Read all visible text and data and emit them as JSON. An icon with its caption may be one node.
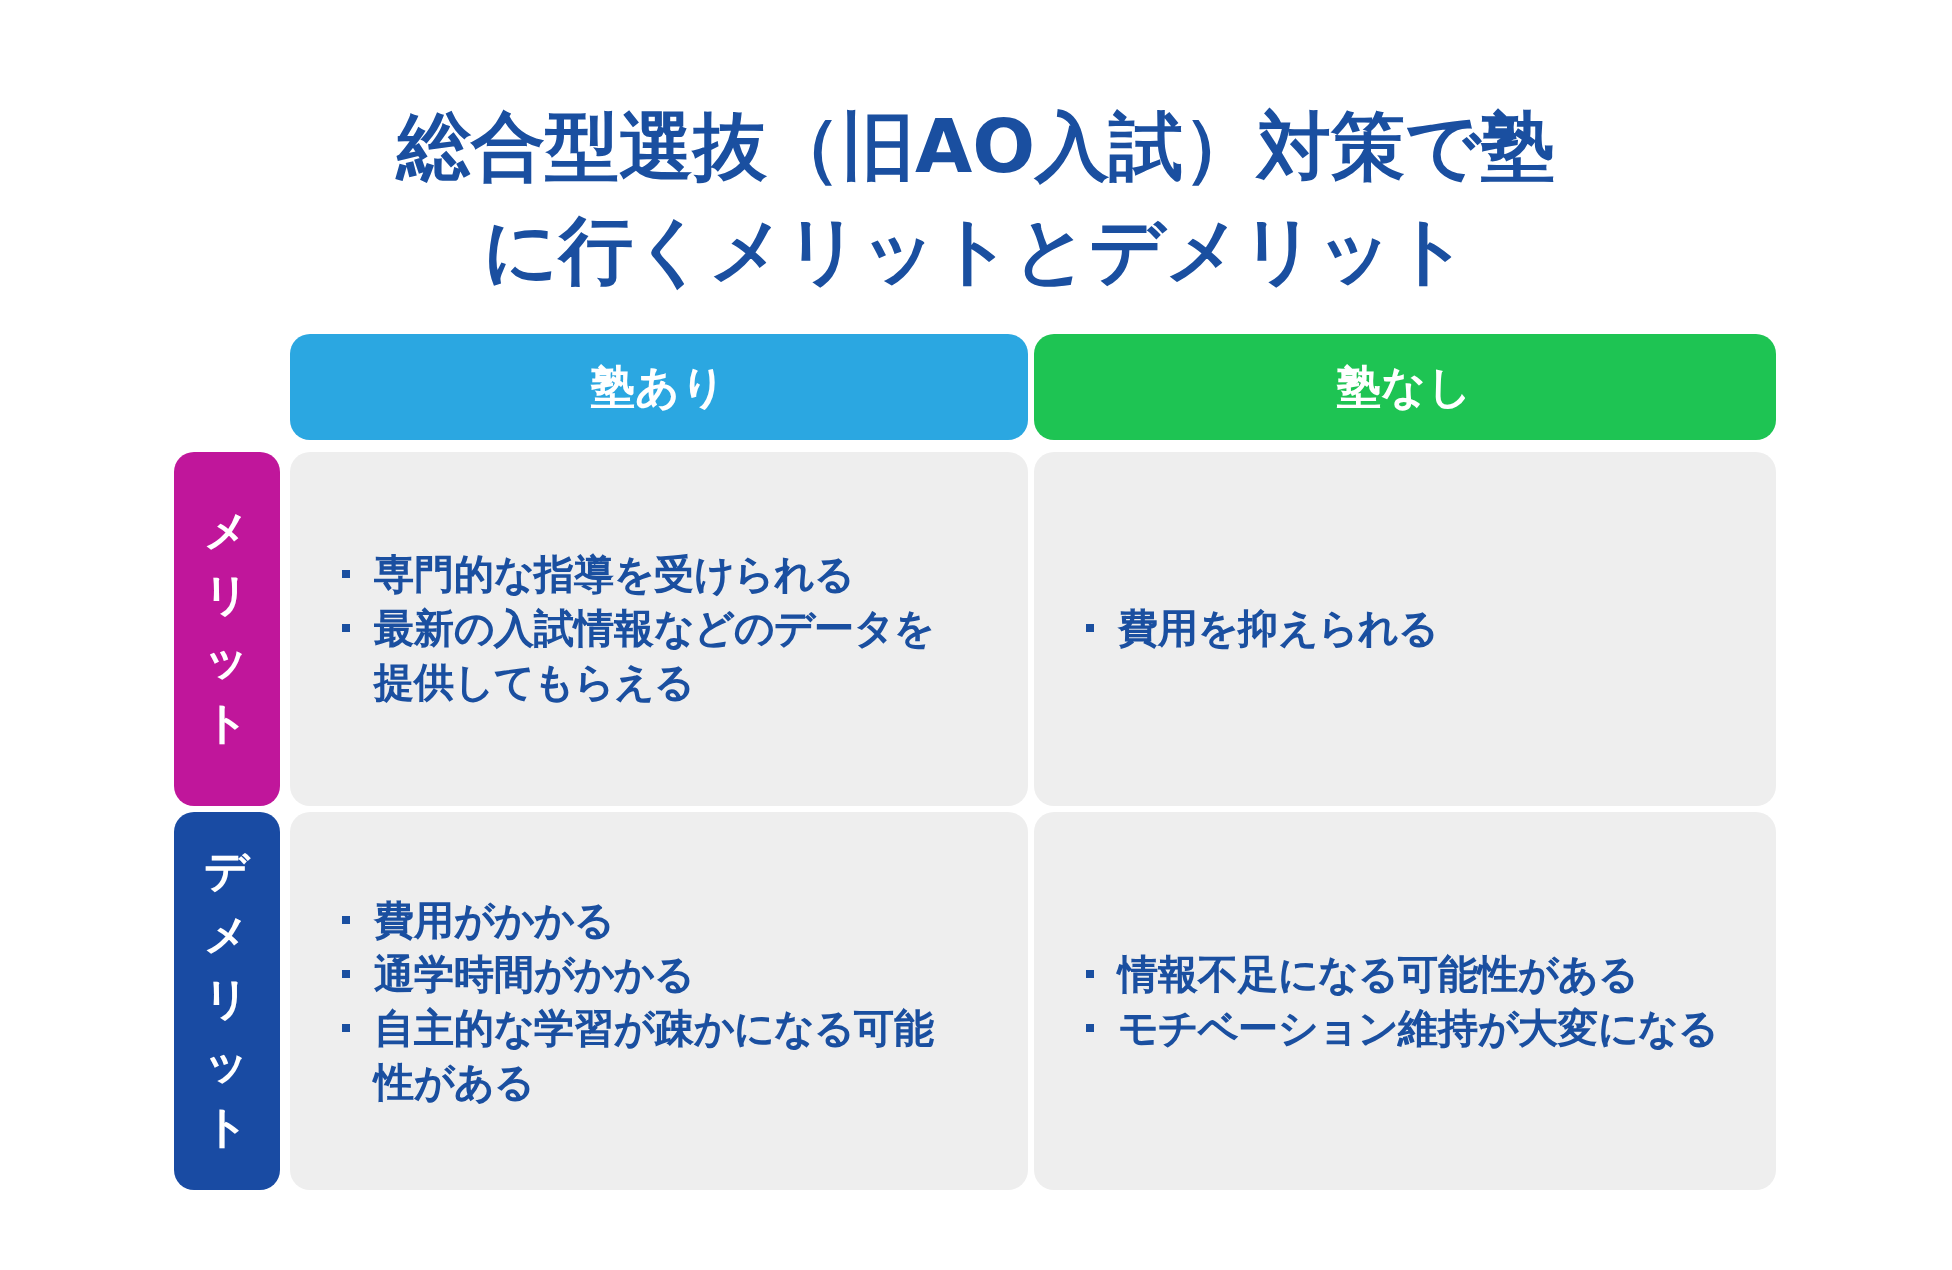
{
  "diagram": {
    "title": "総合型選抜（旧AO入試）対策で塾に行くメリットとデメリット",
    "labels": [
      "塾あり",
      "塾なし",
      "メリット",
      "専門的な指導を受けられる",
      "最新の入試情報などのデータを提供してもらえる",
      "費用を抑えられる",
      "デメリット",
      "費用がかかる",
      "通学時間がかかる",
      "自主的な学習が疎かになる可能性がある",
      "情報不足になる可能性がある",
      "モチベーション維持が大変になる"
    ]
  }
}
